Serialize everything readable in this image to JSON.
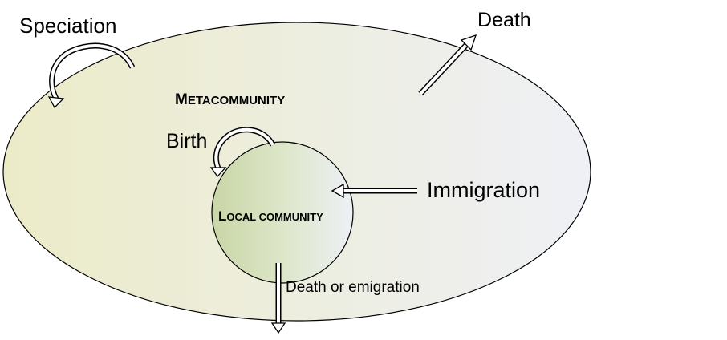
{
  "labels": {
    "speciation": "Speciation",
    "death": "Death",
    "metacommunity_first": "M",
    "metacommunity_rest": "ETACOMMUNITY",
    "birth": "Birth",
    "immigration": "Immigration",
    "local_first": "L",
    "local_rest": "OCAL COMMUNITY",
    "death_or_emigration": "Death or emigration"
  },
  "colors": {
    "outline": "#000000",
    "ellipse_left": "#ecebc8",
    "ellipse_right": "#eef0f6",
    "circle_left": "#c9d6a6",
    "circle_mid": "#dde6c9",
    "circle_right": "#edf0f5",
    "arrow_fill": "#ffffff"
  }
}
